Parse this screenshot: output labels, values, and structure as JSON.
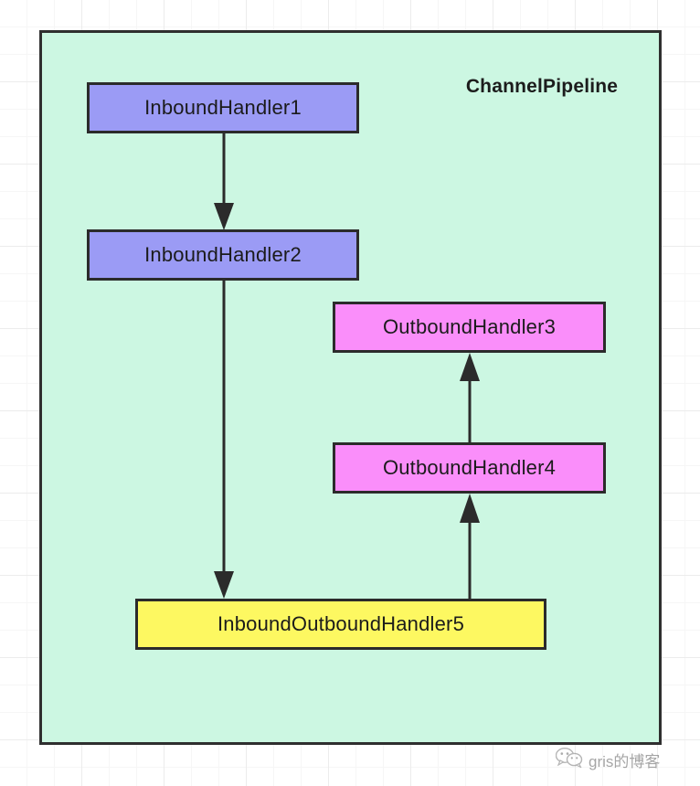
{
  "diagram": {
    "title": "ChannelPipeline",
    "container_fill": "#ccf7e2",
    "container_stroke": "#2f2f2f",
    "nodes": [
      {
        "id": "inbound1",
        "label": "InboundHandler1",
        "fill": "#9b9bf5",
        "stroke": "#2b2b2b",
        "kind": "inbound"
      },
      {
        "id": "inbound2",
        "label": "InboundHandler2",
        "fill": "#9b9bf5",
        "stroke": "#2b2b2b",
        "kind": "inbound"
      },
      {
        "id": "outbound3",
        "label": "OutboundHandler3",
        "fill": "#fa8efa",
        "stroke": "#2b2b2b",
        "kind": "outbound"
      },
      {
        "id": "outbound4",
        "label": "OutboundHandler4",
        "fill": "#fa8efa",
        "stroke": "#2b2b2b",
        "kind": "outbound"
      },
      {
        "id": "both5",
        "label": "InboundOutboundHandler5",
        "fill": "#fdf861",
        "stroke": "#2b2b2b",
        "kind": "inbound-outbound"
      }
    ],
    "arrows": [
      {
        "id": "inbound1-to-inbound2",
        "from": "inbound1",
        "to": "inbound2",
        "direction": "down"
      },
      {
        "id": "inbound2-to-both5",
        "from": "inbound2",
        "to": "both5",
        "direction": "down"
      },
      {
        "id": "both5-to-outbound4",
        "from": "both5",
        "to": "outbound4",
        "direction": "up"
      },
      {
        "id": "outbound4-to-outbound3",
        "from": "outbound4",
        "to": "outbound3",
        "direction": "up"
      }
    ]
  },
  "watermark": {
    "text": "gris的博客",
    "icon": "wechat-icon"
  }
}
